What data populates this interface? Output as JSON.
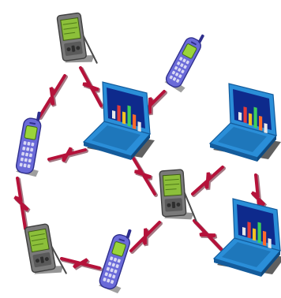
{
  "diagram": {
    "type": "wireless-network",
    "colors": {
      "link": "#b5123a",
      "link_shadow": "#5a0a1e",
      "laptop_body": "#2a8ed8",
      "laptop_dark": "#145c9c",
      "laptop_screen": "#0e2a8c",
      "pda_body": "#7a7a7a",
      "pda_dark": "#3e3e3e",
      "pda_screen": "#8cbf3a",
      "phone_body": "#6a6ad8",
      "phone_dark": "#2e2e8c",
      "phone_screen": "#9ad43a",
      "shadow": "#2b2b2b"
    },
    "nodes": [
      {
        "id": "pda-top",
        "kind": "pda",
        "icon": "pda-icon"
      },
      {
        "id": "phone-top-right",
        "kind": "phone",
        "icon": "cell-phone-icon"
      },
      {
        "id": "laptop-center",
        "kind": "laptop",
        "icon": "laptop-icon"
      },
      {
        "id": "phone-left",
        "kind": "phone",
        "icon": "cell-phone-icon"
      },
      {
        "id": "laptop-right-top",
        "kind": "laptop",
        "icon": "laptop-icon"
      },
      {
        "id": "pda-middle",
        "kind": "pda",
        "icon": "pda-icon"
      },
      {
        "id": "pda-bottom-left",
        "kind": "pda",
        "icon": "pda-icon"
      },
      {
        "id": "phone-bottom",
        "kind": "phone",
        "icon": "cell-phone-icon"
      },
      {
        "id": "laptop-right-bottom",
        "kind": "laptop",
        "icon": "laptop-icon"
      }
    ],
    "links": [
      {
        "from": "pda-top",
        "to": "phone-left"
      },
      {
        "from": "pda-top",
        "to": "laptop-center"
      },
      {
        "from": "phone-top-right",
        "to": "laptop-center"
      },
      {
        "from": "phone-left",
        "to": "laptop-center"
      },
      {
        "from": "laptop-center",
        "to": "pda-middle"
      },
      {
        "from": "phone-left",
        "to": "pda-bottom-left"
      },
      {
        "from": "pda-middle",
        "to": "laptop-right-top"
      },
      {
        "from": "laptop-right-top",
        "to": "laptop-right-bottom"
      },
      {
        "from": "pda-middle",
        "to": "laptop-right-bottom"
      },
      {
        "from": "pda-middle",
        "to": "phone-bottom"
      },
      {
        "from": "pda-bottom-left",
        "to": "phone-bottom"
      }
    ]
  }
}
